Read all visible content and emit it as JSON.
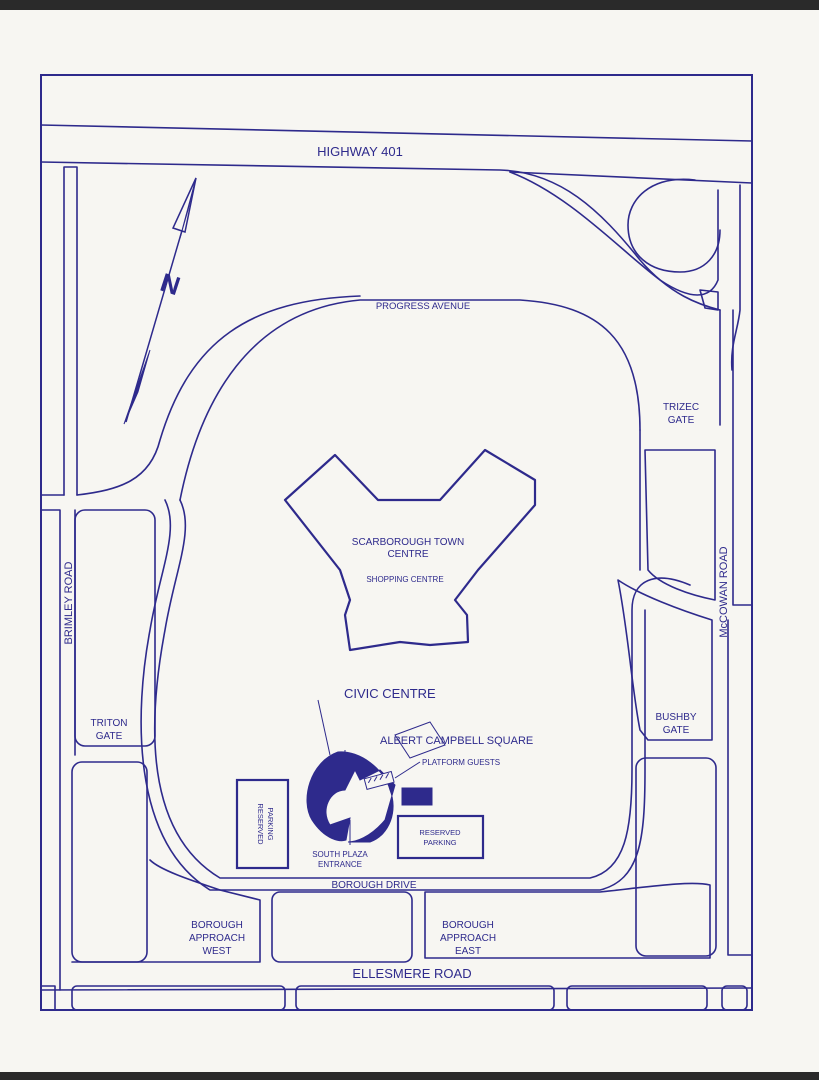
{
  "roads": {
    "highway": "HIGHWAY 401",
    "progress": "PROGRESS AVENUE",
    "brimley": "BRIMLEY ROAD",
    "mccowan": "McCOWAN ROAD",
    "borough_drive": "BOROUGH DRIVE",
    "ellesmere": "ELLESMERE ROAD"
  },
  "gates": {
    "trizec": [
      "TRIZEC",
      "GATE"
    ],
    "triton": [
      "TRITON",
      "GATE"
    ],
    "bushby": [
      "BUSHBY",
      "GATE"
    ],
    "approach_west": [
      "BOROUGH",
      "APPROACH",
      "WEST"
    ],
    "approach_east": [
      "BOROUGH",
      "APPROACH",
      "EAST"
    ]
  },
  "buildings": {
    "stc_line1": "SCARBOROUGH TOWN",
    "stc_line2": "CENTRE",
    "stc_sub": "SHOPPING CENTRE",
    "civic_centre": "CIVIC CENTRE",
    "albert_campbell": "ALBERT CAMPBELL SQUARE",
    "platform_guests": "PLATFORM GUESTS",
    "south_plaza": [
      "SOUTH PLAZA",
      "ENTRANCE"
    ]
  },
  "parking": {
    "reserved_vertical": [
      "RESERVED",
      "PARKING"
    ],
    "reserved_horizontal": [
      "RESERVED",
      "PARKING"
    ]
  },
  "north_arrow": "N",
  "colors": {
    "ink": "#2e2a8c",
    "paper": "#f7f6f2"
  }
}
